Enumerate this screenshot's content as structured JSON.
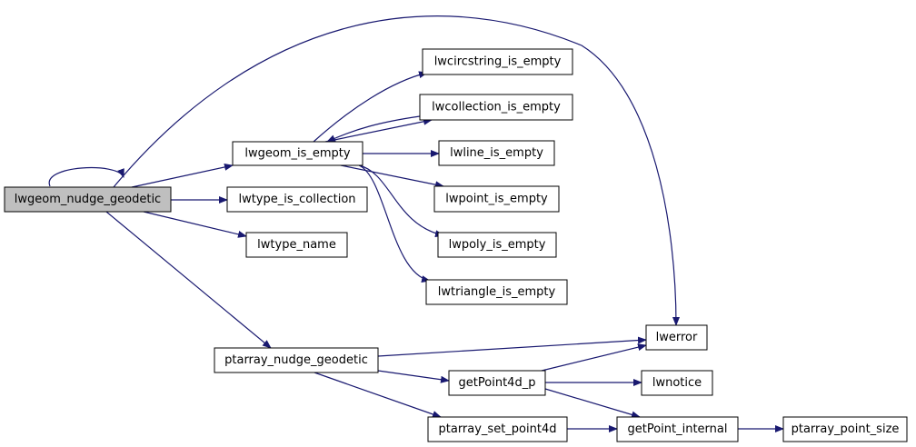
{
  "colors": {
    "edge": "#191970",
    "node_fill": "#ffffff",
    "root_fill": "#bfbfbf",
    "node_border": "#000000"
  },
  "nodes": [
    {
      "id": "lwgeom_nudge_geodetic",
      "label": "lwgeom_nudge_geodetic",
      "root": true
    },
    {
      "id": "lwgeom_is_empty",
      "label": "lwgeom_is_empty"
    },
    {
      "id": "lwtype_is_collection",
      "label": "lwtype_is_collection"
    },
    {
      "id": "lwtype_name",
      "label": "lwtype_name"
    },
    {
      "id": "ptarray_nudge_geodetic",
      "label": "ptarray_nudge_geodetic"
    },
    {
      "id": "lwcircstring_is_empty",
      "label": "lwcircstring_is_empty"
    },
    {
      "id": "lwcollection_is_empty",
      "label": "lwcollection_is_empty"
    },
    {
      "id": "lwline_is_empty",
      "label": "lwline_is_empty"
    },
    {
      "id": "lwpoint_is_empty",
      "label": "lwpoint_is_empty"
    },
    {
      "id": "lwpoly_is_empty",
      "label": "lwpoly_is_empty"
    },
    {
      "id": "lwtriangle_is_empty",
      "label": "lwtriangle_is_empty"
    },
    {
      "id": "lwerror",
      "label": "lwerror"
    },
    {
      "id": "getPoint4d_p",
      "label": "getPoint4d_p"
    },
    {
      "id": "lwnotice",
      "label": "lwnotice"
    },
    {
      "id": "ptarray_set_point4d",
      "label": "ptarray_set_point4d"
    },
    {
      "id": "getPoint_internal",
      "label": "getPoint_internal"
    },
    {
      "id": "ptarray_point_size",
      "label": "ptarray_point_size"
    }
  ],
  "edges": [
    {
      "from": "lwgeom_nudge_geodetic",
      "to": "lwgeom_nudge_geodetic"
    },
    {
      "from": "lwgeom_nudge_geodetic",
      "to": "lwgeom_is_empty"
    },
    {
      "from": "lwgeom_nudge_geodetic",
      "to": "lwtype_is_collection"
    },
    {
      "from": "lwgeom_nudge_geodetic",
      "to": "lwtype_name"
    },
    {
      "from": "lwgeom_nudge_geodetic",
      "to": "ptarray_nudge_geodetic"
    },
    {
      "from": "lwgeom_nudge_geodetic",
      "to": "lwerror"
    },
    {
      "from": "lwgeom_is_empty",
      "to": "lwcircstring_is_empty"
    },
    {
      "from": "lwgeom_is_empty",
      "to": "lwcollection_is_empty"
    },
    {
      "from": "lwcollection_is_empty",
      "to": "lwgeom_is_empty"
    },
    {
      "from": "lwgeom_is_empty",
      "to": "lwline_is_empty"
    },
    {
      "from": "lwgeom_is_empty",
      "to": "lwpoint_is_empty"
    },
    {
      "from": "lwgeom_is_empty",
      "to": "lwpoly_is_empty"
    },
    {
      "from": "lwgeom_is_empty",
      "to": "lwtriangle_is_empty"
    },
    {
      "from": "ptarray_nudge_geodetic",
      "to": "lwerror"
    },
    {
      "from": "ptarray_nudge_geodetic",
      "to": "getPoint4d_p"
    },
    {
      "from": "ptarray_nudge_geodetic",
      "to": "ptarray_set_point4d"
    },
    {
      "from": "getPoint4d_p",
      "to": "lwerror"
    },
    {
      "from": "getPoint4d_p",
      "to": "lwnotice"
    },
    {
      "from": "getPoint4d_p",
      "to": "getPoint_internal"
    },
    {
      "from": "ptarray_set_point4d",
      "to": "getPoint_internal"
    },
    {
      "from": "getPoint_internal",
      "to": "ptarray_point_size"
    }
  ]
}
